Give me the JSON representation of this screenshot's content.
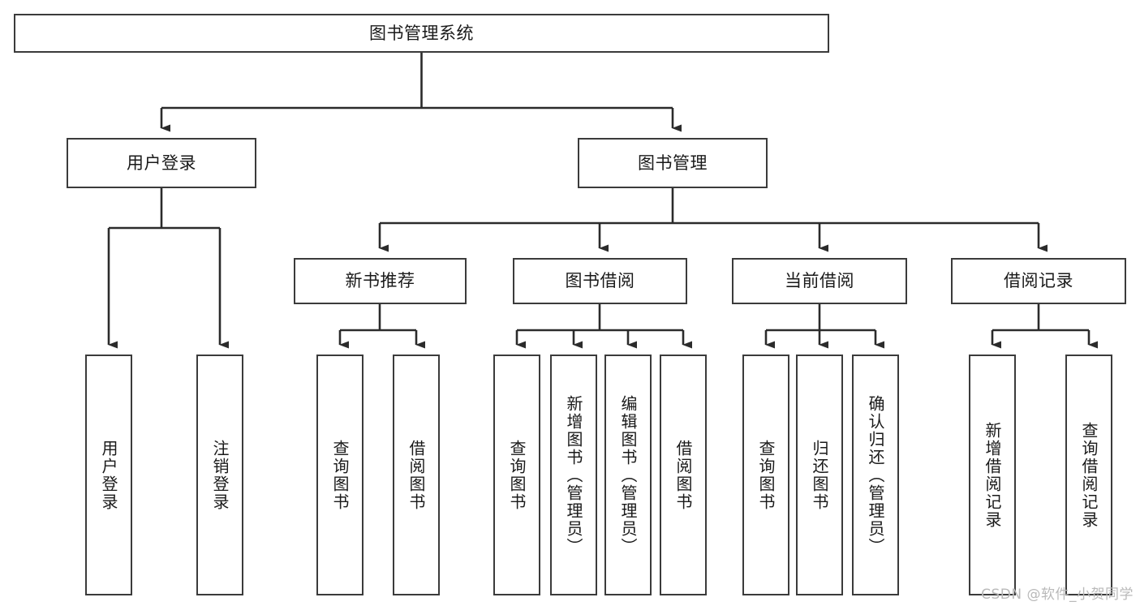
{
  "diagram": {
    "type": "tree",
    "title": "图书管理系统",
    "watermark": "CSDN @软件_小贺同学",
    "colors": {
      "background": "#ffffff",
      "box_border": "#3b3b3b",
      "box_fill": "#ffffff",
      "connector": "#2b2b2b",
      "text": "#1a1a1a",
      "watermark": "#b9b9b9"
    },
    "root": {
      "label": "图书管理系统"
    },
    "level2": [
      {
        "label": "用户登录"
      },
      {
        "label": "图书管理"
      }
    ],
    "level3": [
      {
        "label": "新书推荐"
      },
      {
        "label": "图书借阅"
      },
      {
        "label": "当前借阅"
      },
      {
        "label": "借阅记录"
      }
    ],
    "leaves": {
      "user_login": [
        {
          "label": "用户登录"
        },
        {
          "label": "注销登录"
        }
      ],
      "new_book_recommend": [
        {
          "label": "查询图书"
        },
        {
          "label": "借阅图书"
        }
      ],
      "book_borrow": [
        {
          "label": "查询图书"
        },
        {
          "label": "新增图书（管理员）"
        },
        {
          "label": "编辑图书（管理员）"
        },
        {
          "label": "借阅图书"
        }
      ],
      "current_borrow": [
        {
          "label": "查询图书"
        },
        {
          "label": "归还图书"
        },
        {
          "label": "确认归还（管理员）"
        }
      ],
      "borrow_record": [
        {
          "label": "新增借阅记录"
        },
        {
          "label": "查询借阅记录"
        }
      ]
    }
  }
}
